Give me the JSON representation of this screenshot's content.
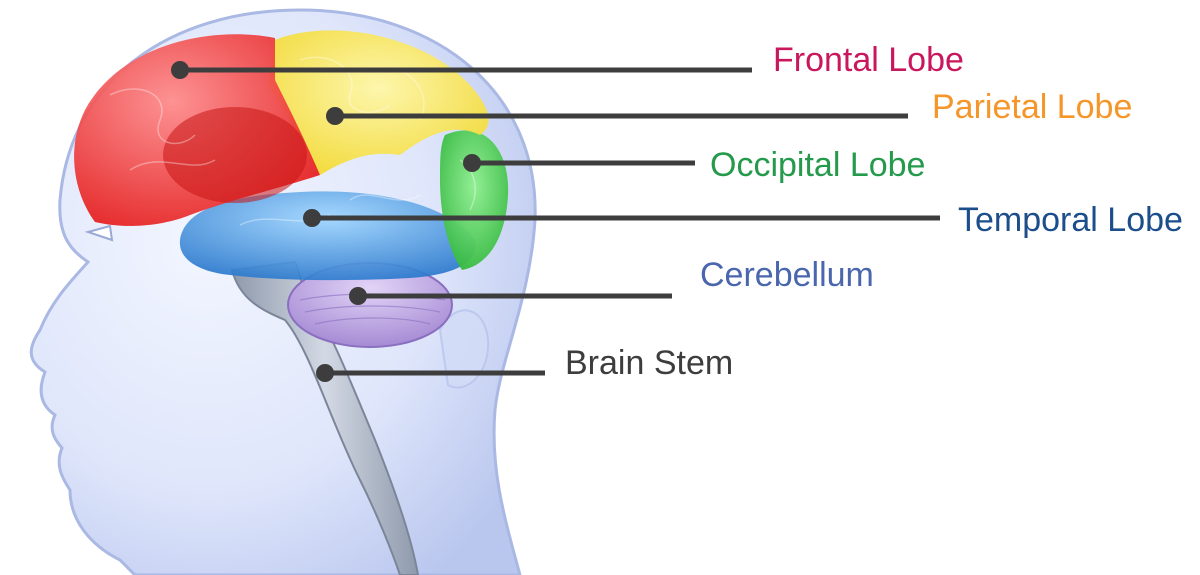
{
  "labels": {
    "frontal": {
      "text": "Frontal Lobe",
      "color": "#c8175d"
    },
    "parietal": {
      "text": "Parietal Lobe",
      "color": "#f5962a"
    },
    "occipital": {
      "text": "Occipital Lobe",
      "color": "#259a4c"
    },
    "temporal": {
      "text": "Temporal Lobe",
      "color": "#1c4e8c"
    },
    "cerebellum": {
      "text": "Cerebellum",
      "color": "#4a66ad"
    },
    "brainstem": {
      "text": "Brain Stem",
      "color": "#3d3d3d"
    }
  },
  "leader_color": "#3d3d3d",
  "region_colors": {
    "frontal": "#ee2b2b",
    "parietal": "#f5e63a",
    "occipital": "#38c23e",
    "temporal": "#2d7fd6",
    "cerebellum": "#b196d8",
    "brainstem": "#a6b2c4",
    "head": "#c9d4f2"
  }
}
